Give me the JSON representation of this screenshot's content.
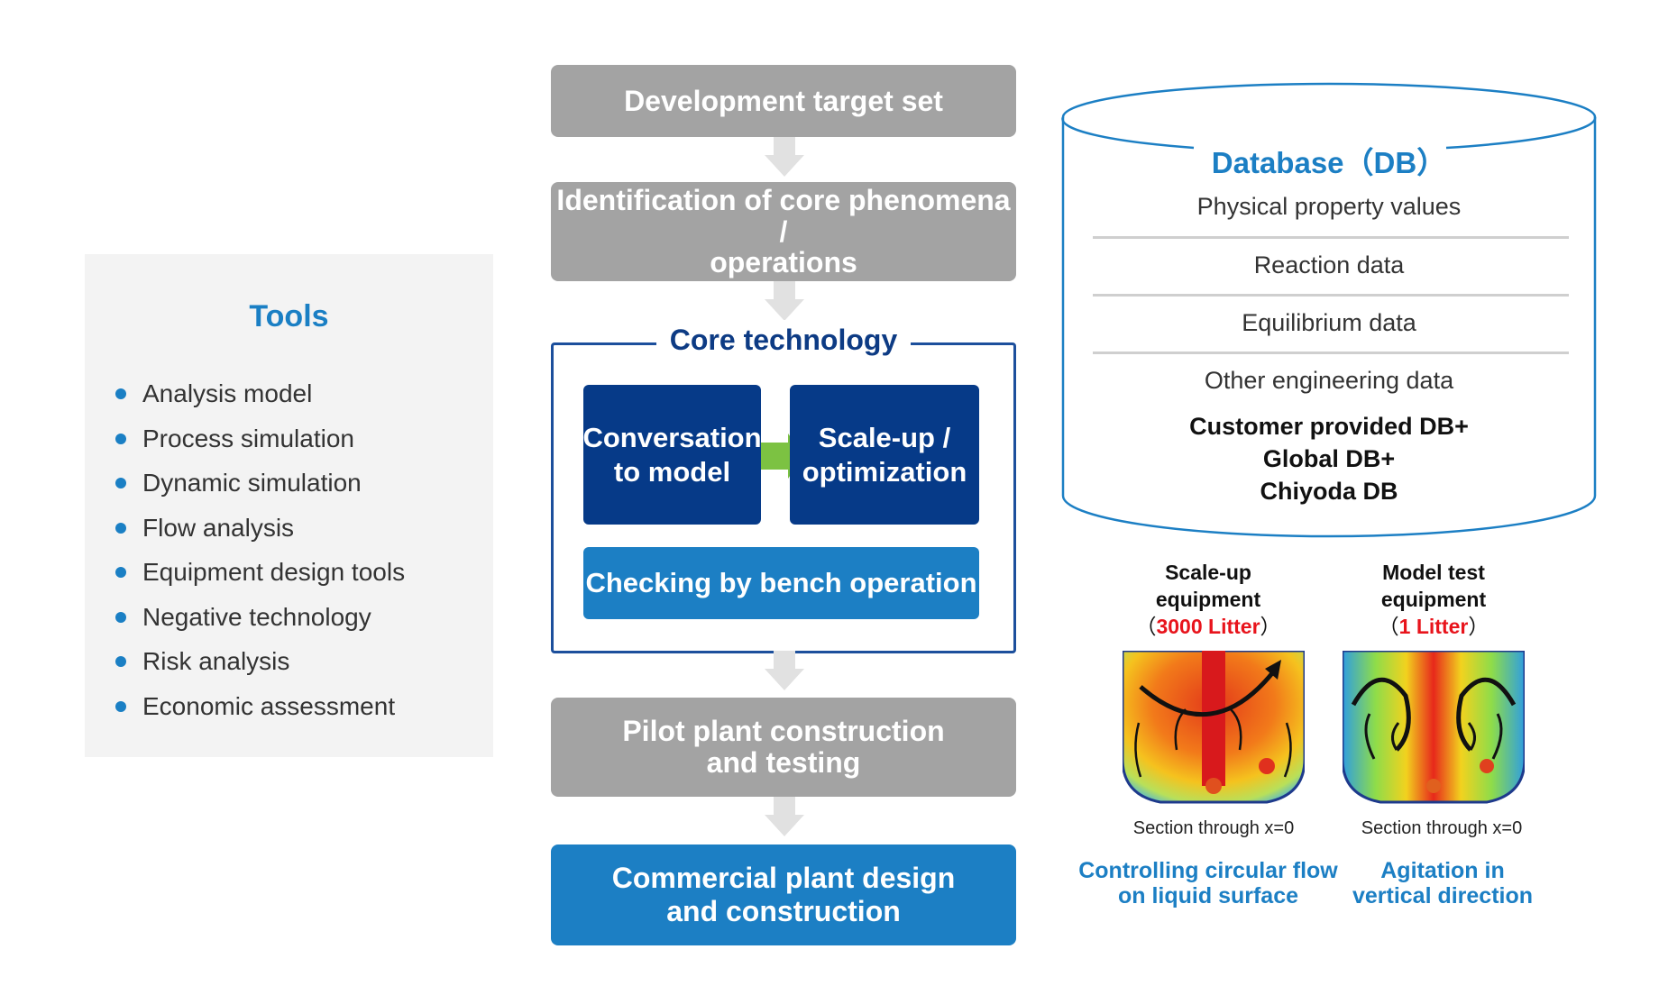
{
  "tools": {
    "title": "Tools",
    "items": [
      "Analysis model",
      "Process simulation",
      "Dynamic simulation",
      "Flow analysis",
      "Equipment design tools",
      "Negative technology",
      "Risk analysis",
      "Economic assessment"
    ]
  },
  "flow": {
    "step1": "Development target set",
    "step2_line1": "Identification of core phenomena /",
    "step2_line2": "operations",
    "core_title": "Core technology",
    "core_box1_line1": "Conversation",
    "core_box1_line2": "to model",
    "core_box2_line1": "Scale-up /",
    "core_box2_line2": "optimization",
    "core_box3": "Checking by bench operation",
    "step4_line1": "Pilot plant construction",
    "step4_line2": "and testing",
    "step5_line1": "Commercial plant design",
    "step5_line2": "and construction"
  },
  "database": {
    "title": "Database（DB）",
    "rows": [
      "Physical property values",
      "Reaction data",
      "Equilibrium data",
      "Other engineering data"
    ],
    "bold_lines": [
      "Customer provided DB+",
      "Global DB+",
      "Chiyoda DB"
    ]
  },
  "equipment": {
    "scaleup": {
      "label_line1": "Scale-up",
      "label_line2": "equipment",
      "paren_open": "（",
      "volume": "3000 Litter",
      "paren_close": "）",
      "section": "Section through x=0",
      "caption_line1": "Controlling circular flow",
      "caption_line2": "on liquid surface"
    },
    "model": {
      "label_line1": "Model test",
      "label_line2": "equipment",
      "paren_open": "（",
      "volume": "1 Litter",
      "paren_close": "）",
      "section": "Section through x=0",
      "caption_line1": "Agitation in",
      "caption_line2": "vertical direction"
    }
  },
  "colors": {
    "accent_blue": "#1c7fc4",
    "navy": "#063a88",
    "grey_box": "#a3a3a3",
    "volume_red": "#e8141c",
    "arrow_green": "#7cc242"
  }
}
